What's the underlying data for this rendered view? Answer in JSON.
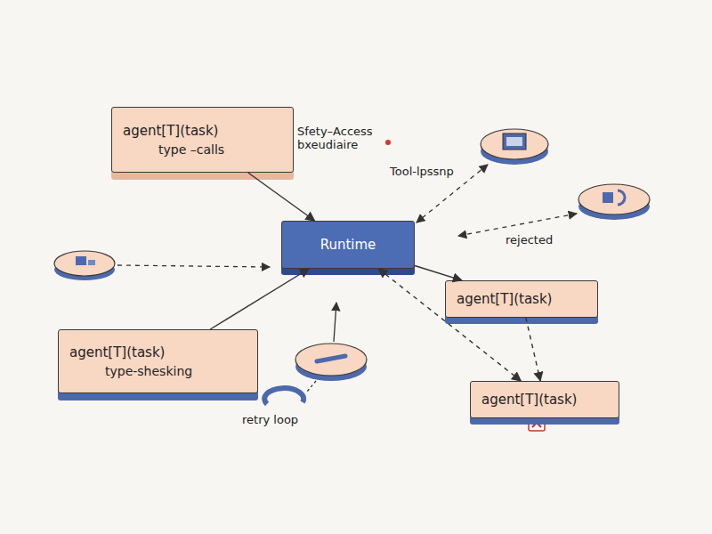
{
  "diagram": {
    "nodes": [
      {
        "text": [
          "agent[T](task)",
          "type –calls"
        ]
      },
      {
        "text": [
          "Runtime"
        ]
      },
      {
        "text": [
          "agent[T](task)",
          "type-shesking"
        ]
      },
      {
        "text": [
          "agent[T](task)"
        ]
      },
      {
        "text": [
          "agent[T](task)"
        ]
      }
    ],
    "edges": [
      {
        "from": 0,
        "to": 1,
        "arrow": "to"
      },
      {
        "from": 2,
        "to": 1,
        "arrow": "to"
      },
      {
        "from": 1,
        "to": 3,
        "arrow": "to"
      },
      {
        "from": 1,
        "to": 4,
        "arrow": "both"
      },
      {
        "from": 3,
        "to": 4,
        "arrow": "to"
      }
    ],
    "labels": [
      "Sfety–Access bxeudiaire",
      "Tool-lpssnp",
      "rejected",
      "retry loop"
    ]
  }
}
